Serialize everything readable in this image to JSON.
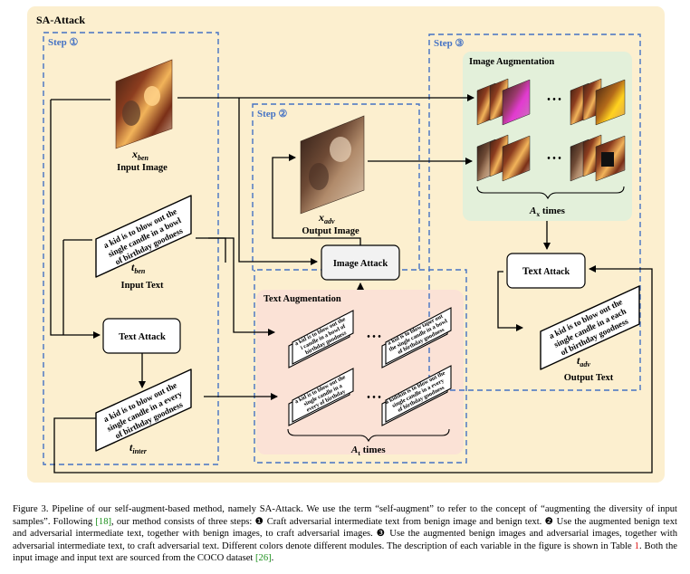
{
  "diagram": {
    "title": "SA-Attack",
    "step1": {
      "label": "Step ①"
    },
    "step2": {
      "label": "Step ②"
    },
    "step3": {
      "label": "Step ③"
    },
    "input_image": {
      "var": "x",
      "sub": "ben",
      "caption": "Input Image"
    },
    "input_text": {
      "lines": [
        "a kid is to blow out the",
        "single candle in a bowl",
        "of birthday goodness"
      ],
      "var": "t",
      "sub": "ben",
      "caption": "Input Text"
    },
    "text_attack": "Text Attack",
    "inter_text": {
      "lines": [
        "a kid is to blow out the",
        "single candle in a every",
        "of birthday goodness"
      ],
      "var": "t",
      "sub": "inter"
    },
    "output_image": {
      "var": "x",
      "sub": "adv",
      "caption": "Output Image"
    },
    "image_attack": "Image Attack",
    "text_augmentation": {
      "title": "Text Augmentation",
      "cards": [
        [
          "a kid is to blow out the",
          "i candle in a bowl of",
          "birthday goodness"
        ],
        [
          "a kid is to blow taper out",
          "the single candle in a bowl",
          "of birthday goodness"
        ],
        [
          "a kid is to blow out the",
          "single candle in a",
          "every of birthday"
        ],
        [
          "a kidskin is to blow out the",
          "single candle in a every",
          "of birthday goodness"
        ]
      ],
      "ellipsis": "• • •",
      "times_var": "A",
      "times_sub": "t",
      "times_word": "times"
    },
    "image_augmentation": {
      "title": "Image Augmentation",
      "ellipsis": "• • •",
      "times_var": "A",
      "times_sub": "x",
      "times_word": "times"
    },
    "text_attack_step3": {
      "text": "Text",
      "word2": "Attack"
    },
    "output_text": {
      "lines": [
        "a kid is to blow out the",
        "single candle in a each",
        "of birthday goodness"
      ],
      "var": "t",
      "sub": "adv",
      "caption": "Output Text"
    },
    "colors": {
      "panel": "#fcefcf",
      "step_border": "#4472c4",
      "text_aug_bg": "#fbe2d6",
      "image_aug_bg": "#e3f0da",
      "image_attack_fill": "#f2f2f2"
    }
  },
  "caption": {
    "p1": "Figure 3. Pipeline of our self-augment-based method, namely SA-Attack. We use the term “self-augment” to refer to the concept of “augmenting the diversity of input samples”. Following ",
    "ref1": "[18]",
    "p2": ", our method consists of three steps: ❶ Craft adversarial intermediate text from benign image and benign text. ❷ Use the augmented benign text and adversarial intermediate text, together with benign images, to craft adversarial images. ❸ Use the augmented benign images and adversarial images, together with adversarial intermediate text, to craft adversarial text. Different colors denote different modules. The description of each variable in the figure is shown in Table ",
    "ref2": "1",
    "p3": ". Both the input image and input text are sourced from the COCO dataset ",
    "ref3": "[26]",
    "p4": "."
  }
}
